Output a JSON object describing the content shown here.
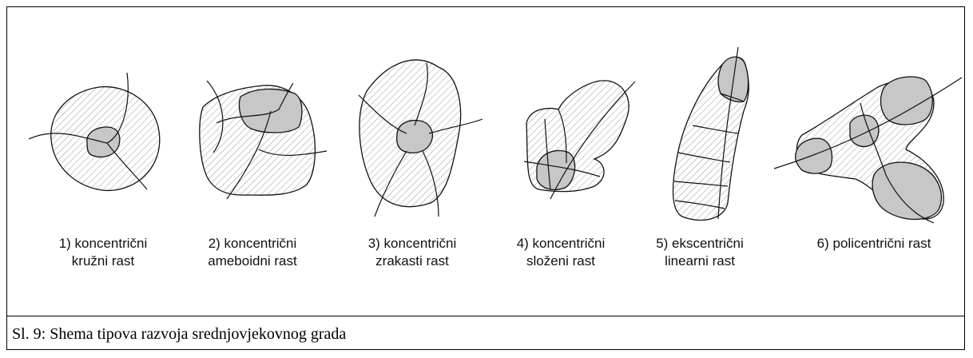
{
  "figure": {
    "items": [
      {
        "line1": "1) koncentrični",
        "line2": "kružni rast"
      },
      {
        "line1": "2) koncentrični",
        "line2": "ameboidni rast"
      },
      {
        "line1": "3) koncentrični",
        "line2": "zrakasti rast"
      },
      {
        "line1": "4) koncentrični",
        "line2": "složeni rast"
      },
      {
        "line1": "5) ekscentrični",
        "line2": "linearni rast"
      },
      {
        "line1": "6) policentrični rast",
        "line2": ""
      }
    ],
    "caption": "Sl. 9: Shema tipova razvoja srednjovjekovnog grada"
  },
  "colors": {
    "core_fill": "#c7c7c7",
    "hatch": "#9a9a9a",
    "stroke": "#111111"
  }
}
